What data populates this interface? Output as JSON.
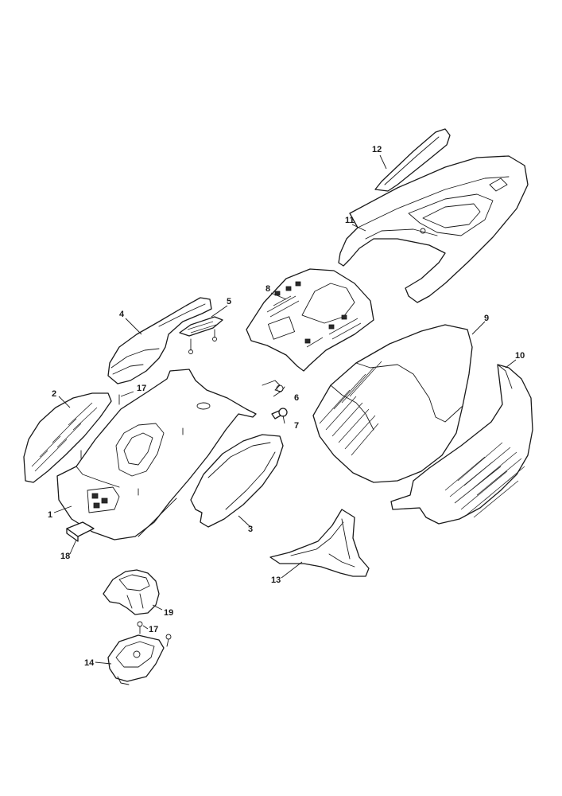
{
  "callouts": {
    "c1": "1",
    "c2": "2",
    "c3": "3",
    "c4": "4",
    "c5": "5",
    "c6": "6",
    "c7": "7",
    "c8": "8",
    "c9": "9",
    "c10": "10",
    "c11": "11",
    "c12": "12",
    "c13": "13",
    "c14": "14",
    "c17a": "17",
    "c17b": "17",
    "c18": "18",
    "c19": "19"
  }
}
